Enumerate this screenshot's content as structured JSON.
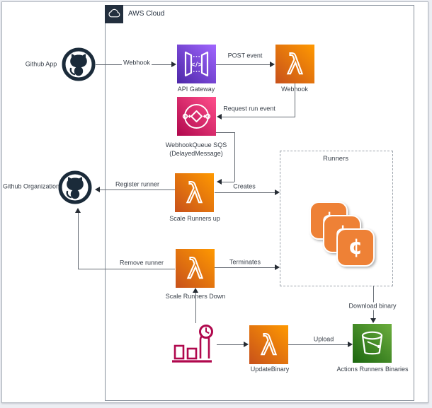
{
  "diagram": {
    "aws_cloud": {
      "title": "AWS Cloud"
    },
    "nodes": {
      "github_app": {
        "label": "Github App"
      },
      "github_org": {
        "label": "Github Organization"
      },
      "api_gateway": {
        "label": "API Gateway"
      },
      "webhook_lambda": {
        "label": "Webhook"
      },
      "webhook_queue": {
        "label_line1": "WebhookQueue SQS",
        "label_line2": "(DelayedMessage)"
      },
      "scale_runners_up": {
        "label": "Scale Runners up"
      },
      "scale_runners_down": {
        "label": "Scale Runners Down"
      },
      "update_binary": {
        "label": "UpdateBinary"
      },
      "runners_group": {
        "label": "Runners"
      },
      "binaries_bucket": {
        "label": "Actions Runners Binaries"
      }
    },
    "edges": {
      "webhook": {
        "label": "Webhook"
      },
      "post_event": {
        "label": "POST event"
      },
      "request_run_event": {
        "label": "Request run event"
      },
      "creates": {
        "label": "Creates"
      },
      "register_runner": {
        "label": "Register runner"
      },
      "remove_runner": {
        "label": "Remove runner"
      },
      "terminates": {
        "label": "Terminates"
      },
      "upload": {
        "label": "Upload"
      },
      "download_binary": {
        "label": "Download binary"
      }
    },
    "glyphs": {
      "lambda": "λ",
      "cent": "¢",
      "code": "</>"
    },
    "icon_names": [
      "aws-cloud-icon",
      "octocat-icon",
      "api-gateway-icon",
      "lambda-icon",
      "sqs-queue-icon",
      "s3-bucket-icon",
      "runner-instance-icon",
      "scheduled-metric-icon"
    ],
    "colors": {
      "lambda_gradient": [
        "#C8511B",
        "#FF9900"
      ],
      "api_gateway_gradient": [
        "#4D27A8",
        "#A166FF"
      ],
      "sqs_gradient": [
        "#B0084D",
        "#FF4F8B"
      ],
      "s3_gradient": [
        "#1B660F",
        "#6CAE3E"
      ],
      "runner_orange": "#EE8136",
      "schedule_pink": "#B0084D",
      "dark_navy": "#232F3E"
    }
  }
}
